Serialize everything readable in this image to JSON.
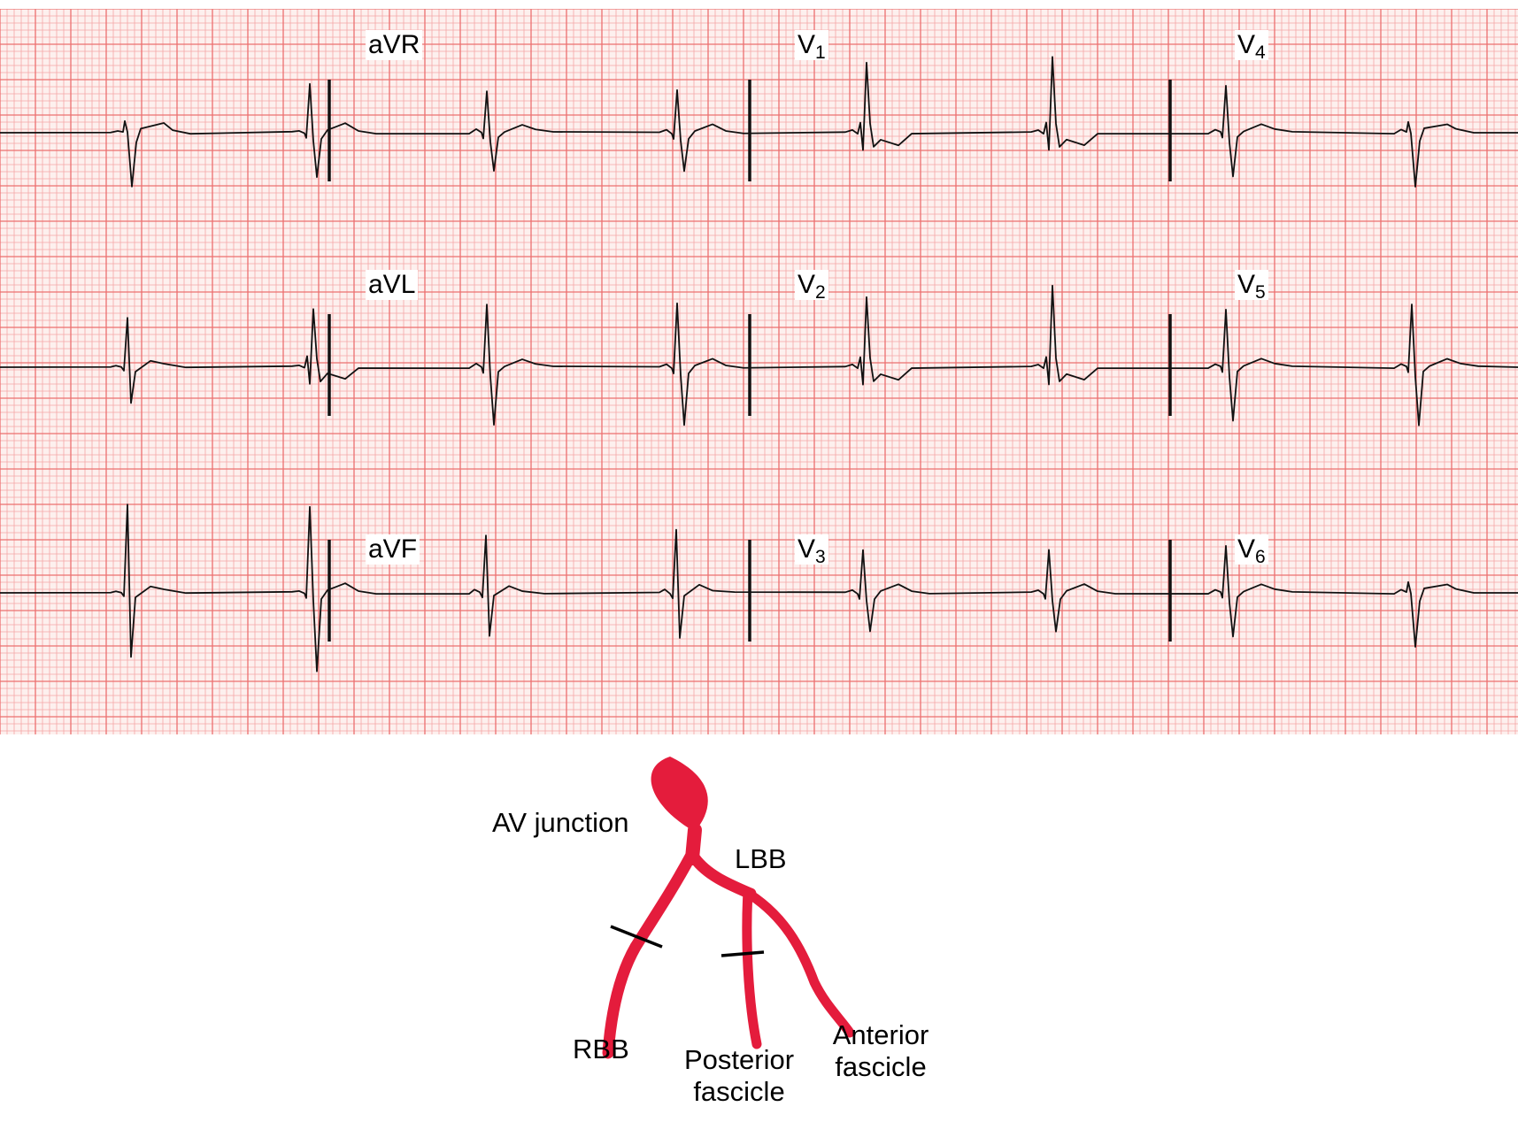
{
  "ecg": {
    "grid": {
      "minor_color": "#f4a6a6",
      "major_color": "#ec6f6f",
      "background": "#fdf0ee",
      "trace_color": "#111111"
    },
    "rows": [
      {
        "leads": [
          {
            "base": "aVR",
            "sub": ""
          },
          {
            "base": "V",
            "sub": "1"
          },
          {
            "base": "V",
            "sub": "4"
          }
        ]
      },
      {
        "leads": [
          {
            "base": "aVL",
            "sub": ""
          },
          {
            "base": "V",
            "sub": "2"
          },
          {
            "base": "V",
            "sub": "5"
          }
        ]
      },
      {
        "leads": [
          {
            "base": "aVF",
            "sub": ""
          },
          {
            "base": "V",
            "sub": "3"
          },
          {
            "base": "V",
            "sub": "6"
          }
        ]
      }
    ]
  },
  "diagram": {
    "conduction_color": "#e41c3c",
    "labels": {
      "av_junction": "AV junction",
      "lbb": "LBB",
      "rbb": "RBB",
      "posterior_fascicle": [
        "Posterior",
        "fascicle"
      ],
      "anterior_fascicle": [
        "Anterior",
        "fascicle"
      ]
    },
    "blocked_branches": [
      "RBB",
      "Posterior fascicle"
    ]
  }
}
